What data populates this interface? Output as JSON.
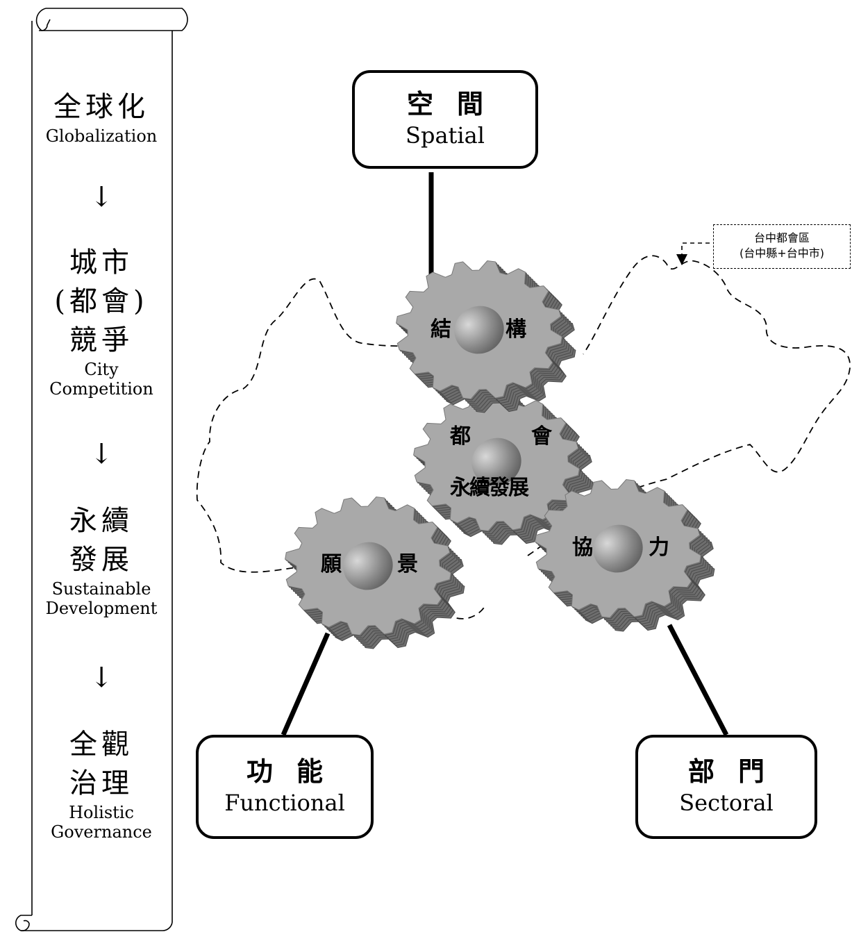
{
  "scroll": {
    "globalization_zh": "全球化",
    "globalization_en": "Globalization",
    "arrow": "↓",
    "city_zh_1": "城市",
    "city_zh_2": "(都會)",
    "city_zh_3": "競爭",
    "city_en_1": "City",
    "city_en_2": "Competition",
    "sustain_zh_1": "永續",
    "sustain_zh_2": "發展",
    "sustain_en_1": "Sustainable",
    "sustain_en_2": "Development",
    "holistic_zh_1": "全觀",
    "holistic_zh_2": "治理",
    "holistic_en_1": "Holistic",
    "holistic_en_2": "Governance"
  },
  "boxes": {
    "spatial_zh": "空間",
    "spatial_en": "Spatial",
    "functional_zh": "功能",
    "functional_en": "Functional",
    "sectoral_zh": "部門",
    "sectoral_en": "Sectoral"
  },
  "gears": {
    "structure_left": "結",
    "structure_right": "構",
    "metro_left": "都",
    "metro_right": "會",
    "metro_bottom": "永續發展",
    "vision_left": "願",
    "vision_right": "景",
    "coop_left": "協",
    "coop_right": "力"
  },
  "legend": {
    "line1": "台中都會區",
    "line2": "(台中縣+台中市)"
  },
  "colors": {
    "gear_face": "#a9a9a9",
    "gear_side": "#6e6e6e",
    "line": "#000000"
  }
}
